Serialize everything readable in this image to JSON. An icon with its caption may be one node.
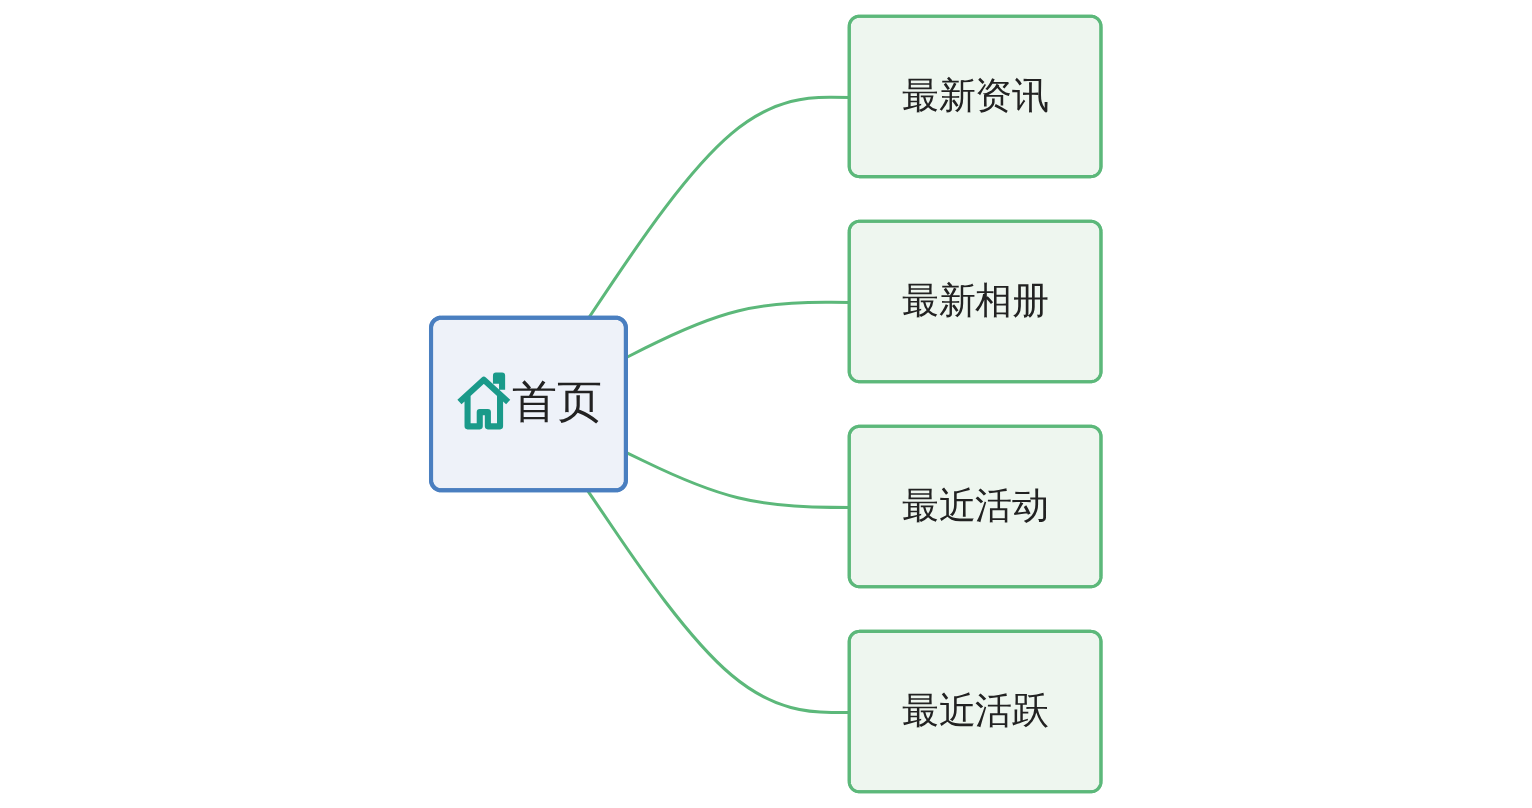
{
  "diagram": {
    "nodes": [
      {
        "text": [
          "首页"
        ]
      },
      {
        "text": [
          "最新资讯"
        ]
      },
      {
        "text": [
          "最新相册"
        ]
      },
      {
        "text": [
          "最近活动"
        ]
      },
      {
        "text": [
          "最近活跃"
        ]
      }
    ],
    "edges": [
      {
        "from": 0,
        "to": 1,
        "arrow": "none"
      },
      {
        "from": 0,
        "to": 2,
        "arrow": "none"
      },
      {
        "from": 0,
        "to": 3,
        "arrow": "none"
      },
      {
        "from": 0,
        "to": 4,
        "arrow": "none"
      }
    ]
  }
}
